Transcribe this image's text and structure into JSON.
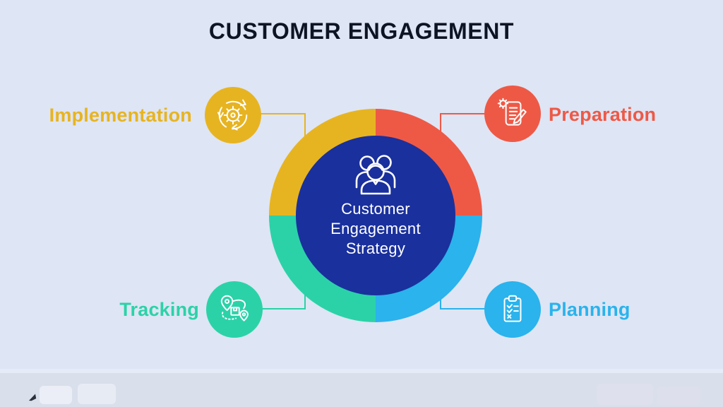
{
  "slide": {
    "title": "CUSTOMER ENGAGEMENT"
  },
  "center": {
    "icon": "people-group-icon",
    "lines": [
      "Customer",
      "Engagement",
      "Strategy"
    ]
  },
  "branches": [
    {
      "id": "implementation",
      "label": "Implementation",
      "icon": "sync-gear-icon",
      "color": "#E7B421",
      "position": "top-left"
    },
    {
      "id": "preparation",
      "label": "Preparation",
      "icon": "document-pencil-icon",
      "color": "#EE5946",
      "position": "top-right"
    },
    {
      "id": "tracking",
      "label": "Tracking",
      "icon": "route-pins-icon",
      "color": "#2BD2A8",
      "position": "bottom-left"
    },
    {
      "id": "planning",
      "label": "Planning",
      "icon": "clipboard-checklist-icon",
      "color": "#2AB3EC",
      "position": "bottom-right"
    }
  ],
  "colors": {
    "background": "#DEE5F4",
    "title": "#0D1424",
    "yellow": "#E7B421",
    "red": "#EE5946",
    "teal": "#2BD2A8",
    "blue": "#2AB3EC",
    "center": "#1A309D",
    "footer": "#D9DFEB",
    "footerBand": "#E6EBF8"
  },
  "footer": {
    "pen_icon": "pen-cursor-icon"
  }
}
